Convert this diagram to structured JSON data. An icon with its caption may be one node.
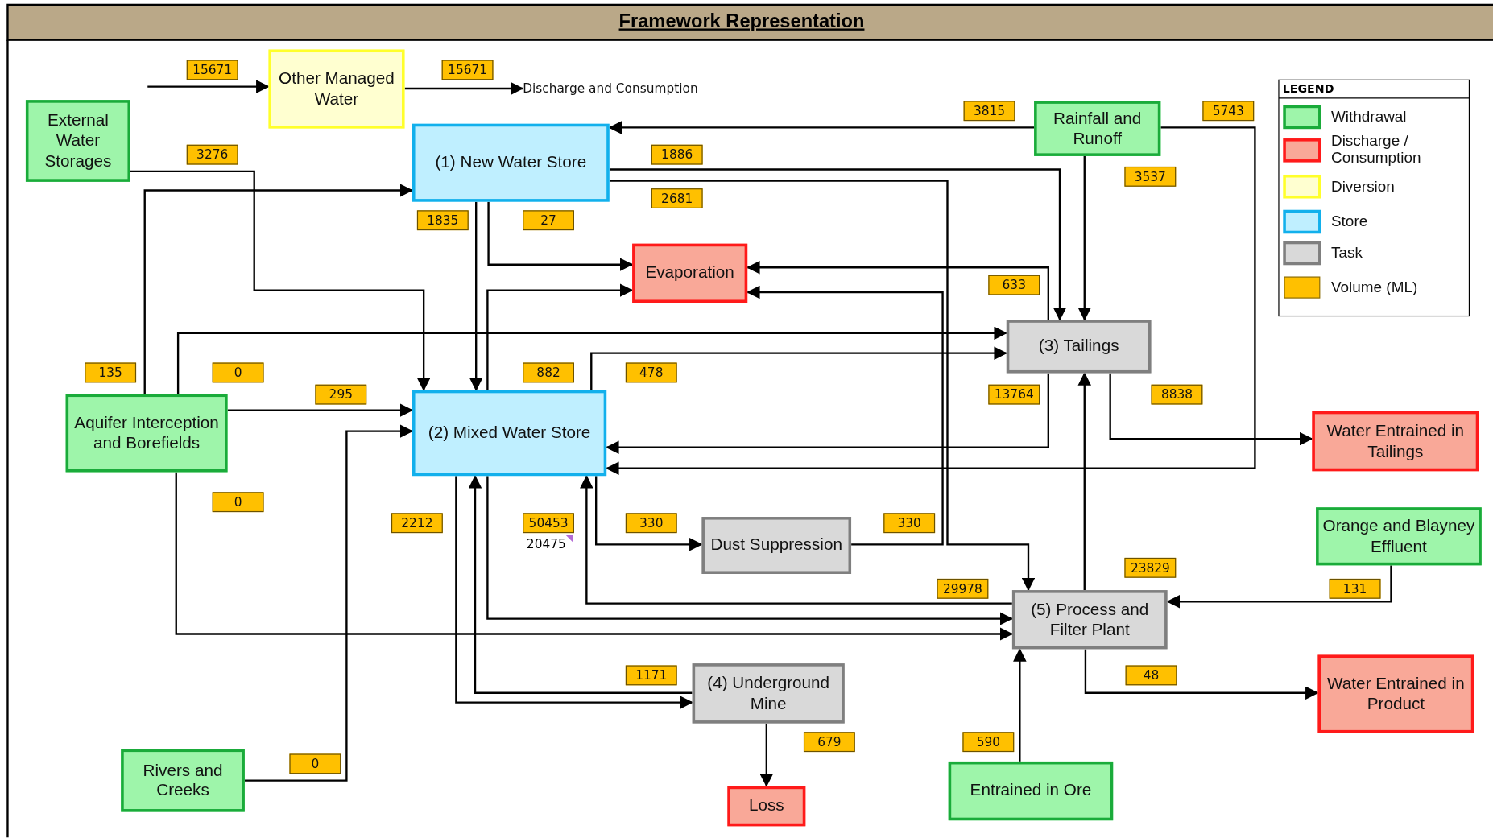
{
  "diagram": {
    "title": "Framework Representation",
    "nodes": [
      {
        "text": [
          "Other Managed Water"
        ]
      },
      {
        "text": [
          "Discharge and Consumption"
        ]
      },
      {
        "text": [
          "External Water Storages"
        ]
      },
      {
        "text": [
          "(1) New Water Store"
        ]
      },
      {
        "text": [
          "Rainfall and Runoff"
        ]
      },
      {
        "text": [
          "Evaporation"
        ]
      },
      {
        "text": [
          "(3) Tailings"
        ]
      },
      {
        "text": [
          "Aquifer Interception and Borefields"
        ]
      },
      {
        "text": [
          "(2) Mixed Water Store"
        ]
      },
      {
        "text": [
          "Water Entrained in Tailings"
        ]
      },
      {
        "text": [
          "Dust Suppression"
        ]
      },
      {
        "text": [
          "Orange and Blayney Effluent"
        ]
      },
      {
        "text": [
          "(5) Process and Filter Plant"
        ]
      },
      {
        "text": [
          "(4) Underground Mine"
        ]
      },
      {
        "text": [
          "Water Entrained in Product"
        ]
      },
      {
        "text": [
          "Rivers and Creeks"
        ]
      },
      {
        "text": [
          "Loss"
        ]
      },
      {
        "text": [
          "Entrained in Ore"
        ]
      }
    ],
    "edges": [
      {
        "from": null,
        "to": 0,
        "arrow": "to",
        "label": "15671"
      },
      {
        "from": 0,
        "to": 1,
        "arrow": "to",
        "label": "15671"
      },
      {
        "from": 2,
        "to": 8,
        "arrow": "to",
        "label": "3276"
      },
      {
        "from": 7,
        "to": 3,
        "arrow": "to",
        "label": "135"
      },
      {
        "from": 7,
        "to": 6,
        "arrow": "to",
        "label": "0"
      },
      {
        "from": 7,
        "to": 8,
        "arrow": "to",
        "label": "295"
      },
      {
        "from": 7,
        "to": 12,
        "arrow": "to",
        "label": "0"
      },
      {
        "from": 15,
        "to": 8,
        "arrow": "to",
        "label": "0"
      },
      {
        "from": 4,
        "to": 3,
        "arrow": "to",
        "label": "3815"
      },
      {
        "from": 4,
        "to": 6,
        "arrow": "to",
        "label": "3537"
      },
      {
        "from": 4,
        "to": 8,
        "arrow": "to",
        "label": "5743"
      },
      {
        "from": 3,
        "to": 6,
        "arrow": "to",
        "label": "1886"
      },
      {
        "from": 3,
        "to": 12,
        "arrow": "to",
        "label": "2681"
      },
      {
        "from": 3,
        "to": 8,
        "arrow": "to",
        "label": "1835"
      },
      {
        "from": 3,
        "to": 5,
        "arrow": "to",
        "label": "27"
      },
      {
        "from": 8,
        "to": 5,
        "arrow": "to",
        "label": "882"
      },
      {
        "from": 6,
        "to": 5,
        "arrow": "to",
        "label": "633"
      },
      {
        "from": 10,
        "to": 5,
        "arrow": "to",
        "label": "330"
      },
      {
        "from": 8,
        "to": 6,
        "arrow": "to",
        "label": "478"
      },
      {
        "from": 6,
        "to": 8,
        "arrow": "to",
        "label": "13764"
      },
      {
        "from": 6,
        "to": 9,
        "arrow": "to",
        "label": "8838"
      },
      {
        "from": 12,
        "to": 6,
        "arrow": "to",
        "label": "23829"
      },
      {
        "from": 8,
        "to": 10,
        "arrow": "to",
        "label": "330"
      },
      {
        "from": 12,
        "to": 8,
        "arrow": "to",
        "label": "29978"
      },
      {
        "from": 8,
        "to": 12,
        "arrow": "to",
        "label": "50453"
      },
      {
        "from": 8,
        "to": 13,
        "arrow": "to",
        "label": "2212"
      },
      {
        "from": 13,
        "to": 8,
        "arrow": "to",
        "label": "1171"
      },
      {
        "from": 13,
        "to": 16,
        "arrow": "to",
        "label": "679"
      },
      {
        "from": 17,
        "to": 12,
        "arrow": "to",
        "label": "590"
      },
      {
        "from": 11,
        "to": 12,
        "arrow": "to",
        "label": "131"
      },
      {
        "from": 12,
        "to": 14,
        "arrow": "to",
        "label": "48"
      }
    ],
    "labels": [
      "20475",
      "LEGEND"
    ],
    "legend": [
      {
        "text": "Withdrawal",
        "color": "#9ef5aa"
      },
      {
        "text": "Discharge / Consumption",
        "color": "#f9a898"
      },
      {
        "text": "Diversion",
        "color": "#ffffd0"
      },
      {
        "text": "Store",
        "color": "#bfefff"
      },
      {
        "text": "Task",
        "color": "#d9d9d9"
      },
      {
        "text": "Volume (ML)",
        "color": "#ffc000"
      }
    ]
  }
}
